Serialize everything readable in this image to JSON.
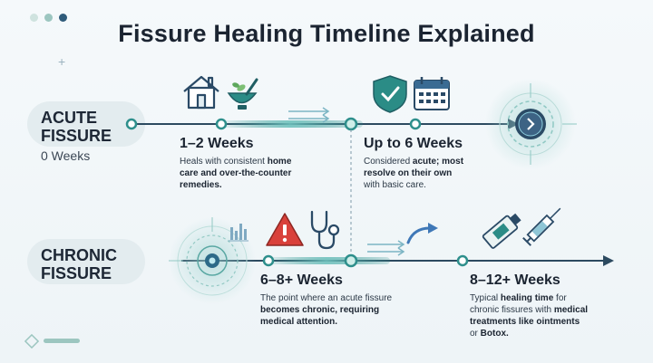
{
  "title": "Fissure Healing Timeline Explained",
  "colors": {
    "teal": "#2e8f8c",
    "navy": "#1f3a55",
    "red": "#d9413b",
    "green": "#78b06a",
    "blue": "#3f78b7",
    "line": "#2c4a60"
  },
  "acute": {
    "label_line1": "ACUTE",
    "label_line2": "FISSURE",
    "start": "0 Weeks"
  },
  "chronic": {
    "label_line1": "CHRONIC",
    "label_line2": "FISSURE"
  },
  "stages": {
    "s1": {
      "title": "1–2 Weeks",
      "d1": "Heals with consistent ",
      "d1b": "home",
      "d2b": "care and over-the-counter",
      "d3b": "remedies.",
      "icons": [
        "house-icon",
        "mortar-pestle-icon"
      ]
    },
    "s2": {
      "title": "Up to 6 Weeks",
      "d1": "Considered ",
      "d1b": "acute; most",
      "d2b": "resolve on their own",
      "d3": "with basic care.",
      "icons": [
        "shield-check-icon",
        "calendar-icon"
      ]
    },
    "s3": {
      "title": "6–8+ Weeks",
      "d1": "The point where an acute fissure",
      "d2b": "becomes chronic, requiring",
      "d3b": "medical attention.",
      "icons": [
        "warning-icon",
        "stethoscope-icon"
      ]
    },
    "s4": {
      "title": "8–12+ Weeks",
      "d1": "Typical ",
      "d1b": "healing time",
      "d1c": " for",
      "d2": "chronic fissures with ",
      "d2b": "medical",
      "d3b": "treatments like ointments",
      "d4": "or ",
      "d4b": "Botox.",
      "icons": [
        "ointment-tube-icon",
        "syringe-icon"
      ]
    }
  }
}
